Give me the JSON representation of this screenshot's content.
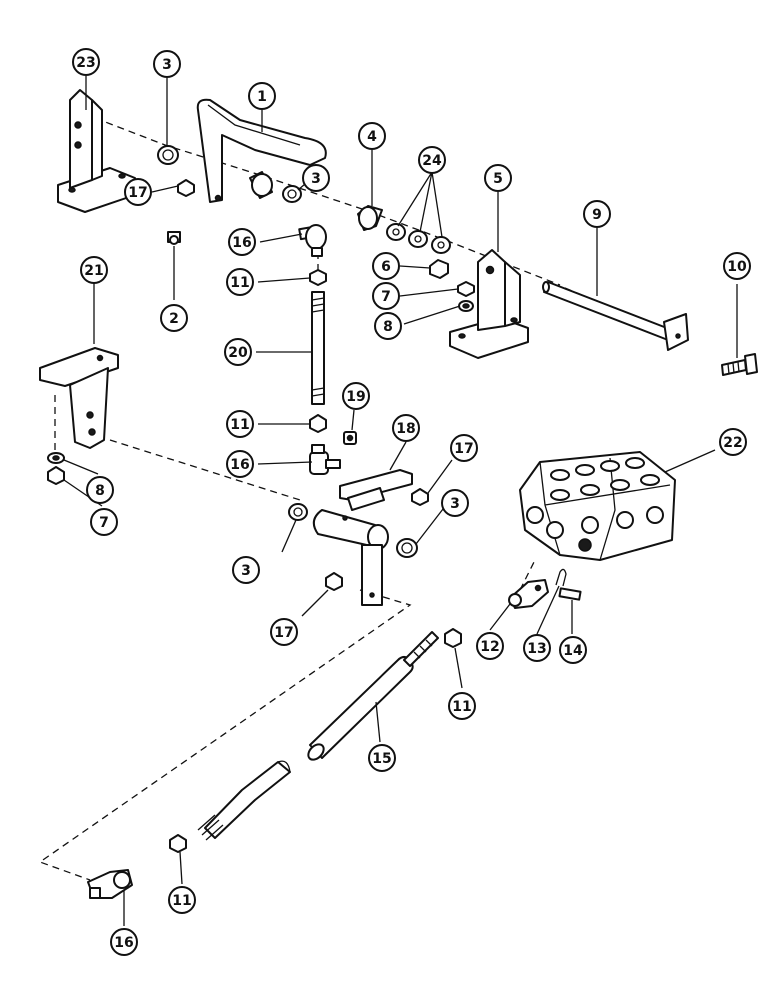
{
  "callouts": [
    {
      "label": "23"
    },
    {
      "label": "3"
    },
    {
      "label": "1"
    },
    {
      "label": "3"
    },
    {
      "label": "4"
    },
    {
      "label": "24"
    },
    {
      "label": "5"
    },
    {
      "label": "9"
    },
    {
      "label": "17"
    },
    {
      "label": "2"
    },
    {
      "label": "16"
    },
    {
      "label": "11"
    },
    {
      "label": "6"
    },
    {
      "label": "7"
    },
    {
      "label": "8"
    },
    {
      "label": "10"
    },
    {
      "label": "21"
    },
    {
      "label": "20"
    },
    {
      "label": "19"
    },
    {
      "label": "11"
    },
    {
      "label": "18"
    },
    {
      "label": "16"
    },
    {
      "label": "17"
    },
    {
      "label": "22"
    },
    {
      "label": "8"
    },
    {
      "label": "7"
    },
    {
      "label": "3"
    },
    {
      "label": "3"
    },
    {
      "label": "17"
    },
    {
      "label": "12"
    },
    {
      "label": "13"
    },
    {
      "label": "14"
    },
    {
      "label": "11"
    },
    {
      "label": "15"
    },
    {
      "label": "11"
    },
    {
      "label": "16"
    }
  ]
}
